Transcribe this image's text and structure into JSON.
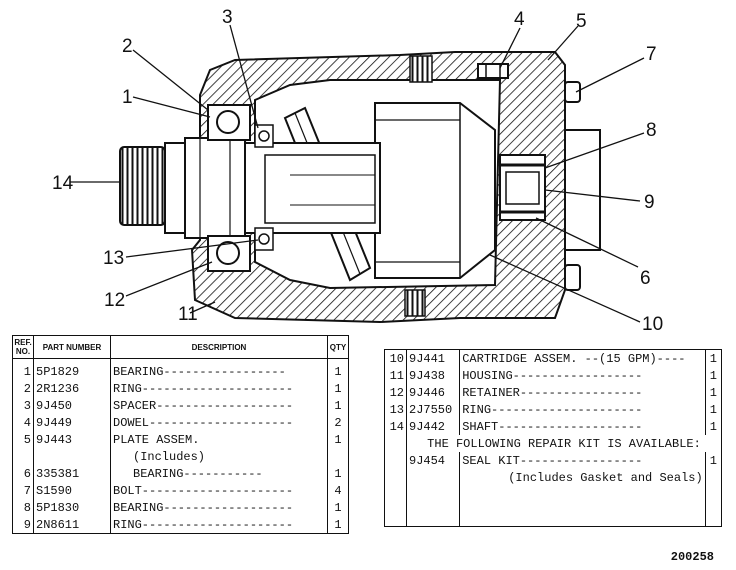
{
  "callouts": {
    "c1": "1",
    "c2": "2",
    "c3": "3",
    "c4": "4",
    "c5": "5",
    "c6": "6",
    "c7": "7",
    "c8": "8",
    "c9": "9",
    "c10": "10",
    "c11": "11",
    "c12": "12",
    "c13": "13",
    "c14": "14"
  },
  "table_headers": {
    "ref": "REF. NO.",
    "part": "PART NUMBER",
    "desc": "DESCRIPTION",
    "qty": "QTY"
  },
  "parts_left": [
    {
      "ref": "1",
      "part": "5P1829",
      "desc": "BEARING-----------------",
      "qty": "1"
    },
    {
      "ref": "2",
      "part": "2R1236",
      "desc": "RING---------------------",
      "qty": "1"
    },
    {
      "ref": "3",
      "part": "9J450",
      "desc": "SPACER-------------------",
      "qty": "1"
    },
    {
      "ref": "4",
      "part": "9J449",
      "desc": "DOWEL--------------------",
      "qty": "2"
    },
    {
      "ref": "5",
      "part": "9J443",
      "desc": "PLATE ASSEM.",
      "qty": "1"
    },
    {
      "ref": "",
      "part": "",
      "desc": "(Includes)",
      "qty": ""
    },
    {
      "ref": "6",
      "part": "335381",
      "desc": "BEARING-----------",
      "qty": "1"
    },
    {
      "ref": "7",
      "part": "S1590",
      "desc": "BOLT---------------------",
      "qty": "4"
    },
    {
      "ref": "8",
      "part": "5P1830",
      "desc": "BEARING------------------",
      "qty": "1"
    },
    {
      "ref": "9",
      "part": "2N8611",
      "desc": "RING---------------------",
      "qty": "1"
    }
  ],
  "parts_right": [
    {
      "ref": "10",
      "part": "9J441",
      "desc": "CARTRIDGE ASSEM. --(15 GPM)----",
      "qty": "1"
    },
    {
      "ref": "11",
      "part": "9J438",
      "desc": "HOUSING------------------",
      "qty": "1"
    },
    {
      "ref": "12",
      "part": "9J446",
      "desc": "RETAINER-----------------",
      "qty": "1"
    },
    {
      "ref": "13",
      "part": "2J7550",
      "desc": "RING---------------------",
      "qty": "1"
    },
    {
      "ref": "14",
      "part": "9J442",
      "desc": "SHAFT--------------------",
      "qty": "1"
    }
  ],
  "kit_note": "THE FOLLOWING REPAIR KIT IS AVAILABLE:",
  "kit": {
    "part": "9J454",
    "desc": "SEAL KIT-----------------",
    "qty": "1",
    "includes": "(Includes Gasket and Seals)"
  },
  "drawing_code": "200258"
}
